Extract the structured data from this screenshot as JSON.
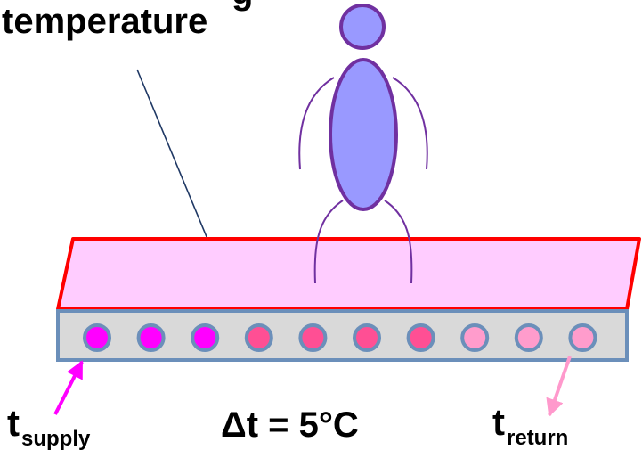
{
  "labels": {
    "title_partial": "g",
    "title": "temperature",
    "supply_main": "t",
    "supply_sub": "supply",
    "delta": "Δt = 5°C",
    "return_main": "t",
    "return_sub": "return"
  },
  "pipes": [
    {
      "color": "#ff00ff"
    },
    {
      "color": "#ff00ff"
    },
    {
      "color": "#ff00ff"
    },
    {
      "color": "#ff4f94"
    },
    {
      "color": "#ff4f94"
    },
    {
      "color": "#ff4f94"
    },
    {
      "color": "#ff4f94"
    },
    {
      "color": "#ff9ccc"
    },
    {
      "color": "#ff9ccc"
    },
    {
      "color": "#ff9ccc"
    }
  ],
  "colors": {
    "floor_fill": "#ffccff",
    "floor_edge": "#ff0000",
    "slab_fill": "#d9d9d9",
    "slab_edge": "#6b8fba",
    "pipe_ring": "#6b8fba",
    "person_fill": "#9999ff",
    "person_edge": "#7030a0",
    "pointer_line": "#1f3864",
    "supply_arrow": "#ff00ff",
    "return_arrow": "#ff99cc"
  }
}
